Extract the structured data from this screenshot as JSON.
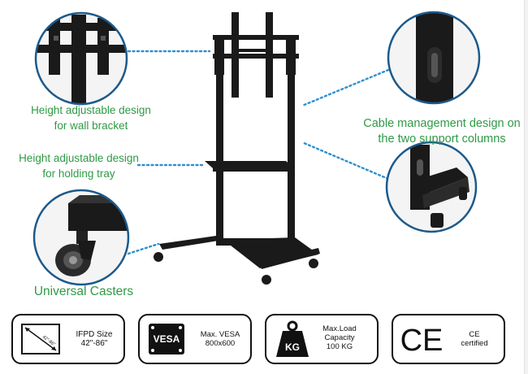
{
  "callouts": {
    "wall_bracket": [
      "Height adjustable design",
      "for wall bracket"
    ],
    "holding_tray": [
      "Height adjustable design",
      "for holding tray"
    ],
    "cable_management": [
      "Cable management design on",
      "the two support columns"
    ],
    "casters": "Universal Casters"
  },
  "badges": {
    "ifpd": {
      "lines": [
        "IFPD Size",
        "42\"-86\""
      ],
      "diagonal_label": "42\"-86\""
    },
    "vesa": {
      "lines": [
        "Max. VESA",
        "800x600"
      ],
      "logo_text": "VESA"
    },
    "load": {
      "lines": [
        "Max.Load",
        "Capacity",
        "100 KG"
      ],
      "weight_text": "KG"
    },
    "ce": {
      "lines": [
        "CE",
        "certified"
      ],
      "logo_text": "CE"
    }
  },
  "colors": {
    "caption_green": "#2e9a45",
    "dotted_line_blue": "#2f8fd0",
    "circle_border": "#1c5a8c",
    "stand_black": "#1a1a1a"
  },
  "icons": [
    "tv-stand",
    "wall-bracket-closeup",
    "cable-column-closeup",
    "caster-closeup",
    "screen-size-icon",
    "vesa-icon",
    "weight-icon",
    "ce-mark-icon"
  ]
}
